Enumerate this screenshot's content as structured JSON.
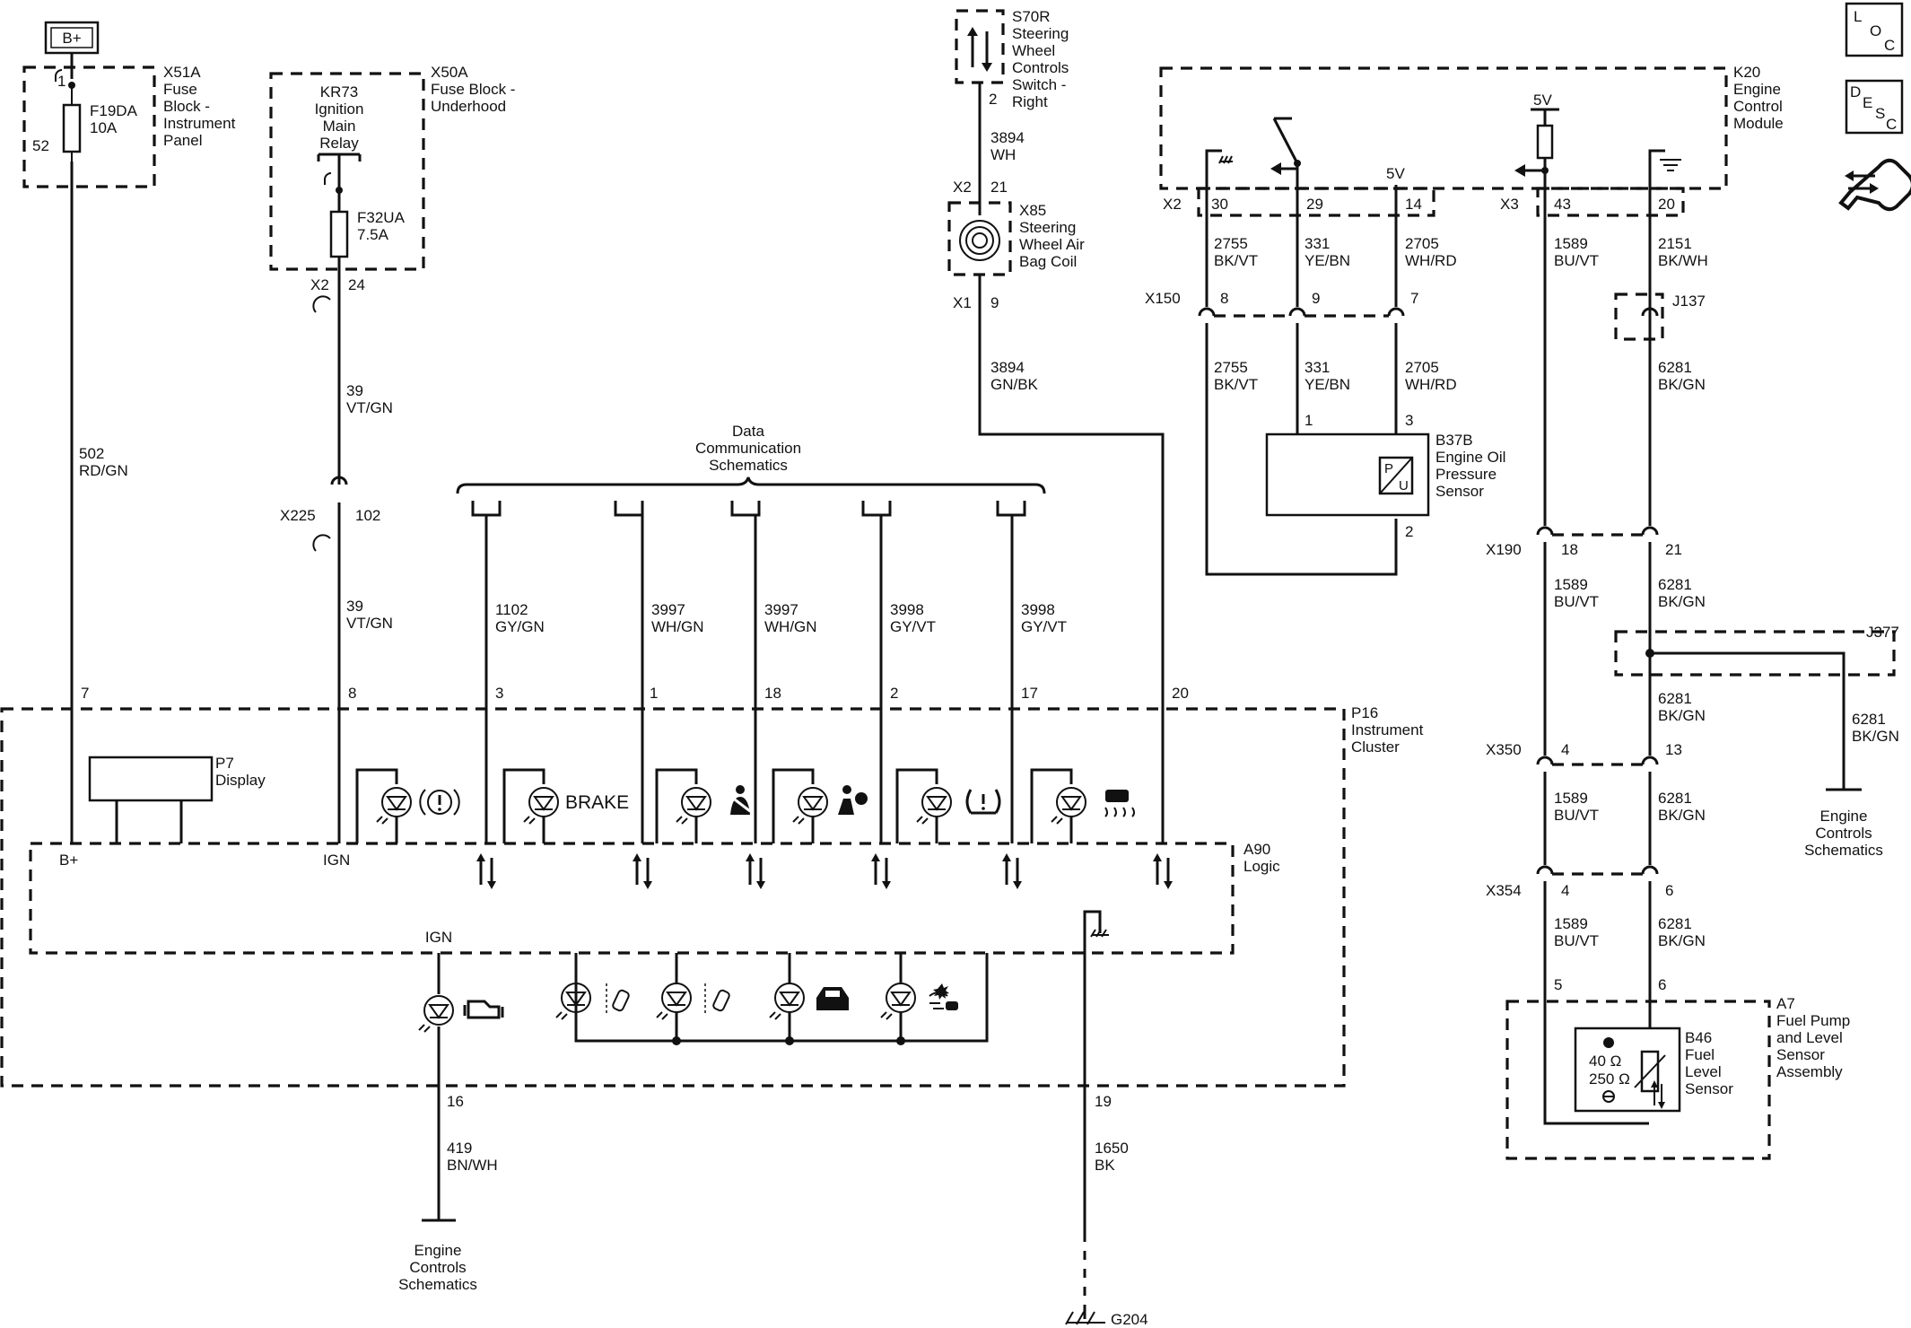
{
  "supply": "B+",
  "x51a": {
    "id": "X51A",
    "desc": [
      "Fuse",
      "Block -",
      "Instrument",
      "Panel"
    ],
    "fuse": "F19DA",
    "rating": "10A",
    "pin_top": "1",
    "pin_left": "52"
  },
  "x50a": {
    "id": "X50A",
    "desc": [
      "Fuse Block -",
      "Underhood"
    ],
    "relay": [
      "KR73",
      "Ignition",
      "Main",
      "Relay"
    ],
    "fuse": "F32UA",
    "rating": "7.5A",
    "conn": "X2",
    "pin": "24"
  },
  "s70r": {
    "id": "S70R",
    "desc": [
      "Steering",
      "Wheel",
      "Controls",
      "Switch -",
      "Right"
    ],
    "pin": "2"
  },
  "x85": {
    "id": "X85",
    "desc": [
      "Steering",
      "Wheel Air",
      "Bag Coil"
    ],
    "conn_top": "X2",
    "pin_top": "21",
    "conn_bot": "X1",
    "pin_bot": "9"
  },
  "k20": {
    "id": "K20",
    "desc": [
      "Engine",
      "Control",
      "Module"
    ],
    "conn_left": "X2",
    "conn_right": "X3",
    "five_v_a": "5V",
    "five_v_b": "5V",
    "pins": [
      "30",
      "29",
      "14",
      "43",
      "20"
    ]
  },
  "x150": {
    "id": "X150",
    "pins": [
      "8",
      "9",
      "7"
    ]
  },
  "b37b": {
    "id": "B37B",
    "desc": [
      "Engine Oil",
      "Pressure",
      "Sensor"
    ],
    "pins": [
      "1",
      "3",
      "2"
    ],
    "symbol": [
      "P",
      "U"
    ]
  },
  "j137": "J137",
  "j377": "J377",
  "x190": {
    "id": "X190",
    "pins": [
      "18",
      "21"
    ]
  },
  "x350": {
    "id": "X350",
    "pins": [
      "4",
      "13"
    ]
  },
  "x354": {
    "id": "X354",
    "pins": [
      "4",
      "6"
    ]
  },
  "a7": {
    "id": "A7",
    "desc": [
      "Fuel Pump",
      "and Level",
      "Sensor",
      "Assembly"
    ],
    "pins": [
      "5",
      "6"
    ]
  },
  "b46": {
    "id": "B46",
    "desc": [
      "Fuel",
      "Level",
      "Sensor"
    ],
    "ohm_40": "40 Ω",
    "ohm_250": "250 Ω"
  },
  "p16": {
    "id": "P16",
    "desc": [
      "Instrument",
      "Cluster"
    ]
  },
  "p7": {
    "id": "P7",
    "desc": "Display"
  },
  "a90": {
    "id": "A90",
    "desc": "Logic",
    "bplus": "B+",
    "ign": "IGN",
    "ign2": "IGN"
  },
  "datacomm": [
    "Data",
    "Communication",
    "Schematics"
  ],
  "x225": {
    "id": "X225",
    "pin": "102"
  },
  "brake_text": "BRAKE",
  "wires": {
    "w502": [
      "502",
      "RD/GN"
    ],
    "w39a": [
      "39",
      "VT/GN"
    ],
    "w39b": [
      "39",
      "VT/GN"
    ],
    "w3894a": [
      "3894",
      "WH"
    ],
    "w3894b": [
      "3894",
      "GN/BK"
    ],
    "w1102": [
      "1102",
      "GY/GN"
    ],
    "w3997a": [
      "3997",
      "WH/GN"
    ],
    "w3997b": [
      "3997",
      "WH/GN"
    ],
    "w3998a": [
      "3998",
      "GY/VT"
    ],
    "w3998b": [
      "3998",
      "GY/VT"
    ],
    "w2755a": [
      "2755",
      "BK/VT"
    ],
    "w331a": [
      "331",
      "YE/BN"
    ],
    "w2705a": [
      "2705",
      "WH/RD"
    ],
    "w2755b": [
      "2755",
      "BK/VT"
    ],
    "w331b": [
      "331",
      "YE/BN"
    ],
    "w2705b": [
      "2705",
      "WH/RD"
    ],
    "w1589a": [
      "1589",
      "BU/VT"
    ],
    "w2151": [
      "2151",
      "BK/WH"
    ],
    "w6281a": [
      "6281",
      "BK/GN"
    ],
    "w1589b": [
      "1589",
      "BU/VT"
    ],
    "w6281b": [
      "6281",
      "BK/GN"
    ],
    "w6281c": [
      "6281",
      "BK/GN"
    ],
    "w6281d": [
      "6281",
      "BK/GN"
    ],
    "w1589c": [
      "1589",
      "BU/VT"
    ],
    "w6281e": [
      "6281",
      "BK/GN"
    ],
    "w1589d": [
      "1589",
      "BU/VT"
    ],
    "w6281f": [
      "6281",
      "BK/GN"
    ],
    "w419": [
      "419",
      "BN/WH"
    ],
    "w1650": [
      "1650",
      "BK"
    ]
  },
  "cluster_pins": [
    "7",
    "8",
    "3",
    "1",
    "18",
    "2",
    "17",
    "20",
    "16",
    "19"
  ],
  "engine_controls": [
    "Engine",
    "Controls",
    "Schematics"
  ],
  "g204": "G204",
  "nav": {
    "loc": [
      "L",
      "O",
      "C"
    ],
    "desc": [
      "D",
      "E",
      "S",
      "C"
    ]
  }
}
